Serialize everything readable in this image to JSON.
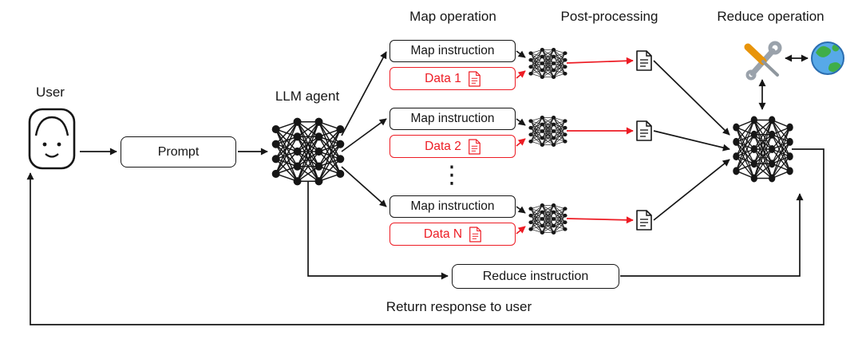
{
  "colors": {
    "accent_red": "#ed1c24",
    "ink": "#161616"
  },
  "headers": {
    "map_operation": "Map operation",
    "post_processing": "Post-processing",
    "reduce_operation": "Reduce operation"
  },
  "labels": {
    "user": "User",
    "llm_agent": "LLM agent",
    "return_response": "Return response to user",
    "ellipsis": "⋮"
  },
  "boxes": {
    "prompt": "Prompt",
    "reduce_instruction": "Reduce instruction"
  },
  "map_rows": [
    {
      "instruction": "Map instruction",
      "data": "Data 1"
    },
    {
      "instruction": "Map instruction",
      "data": "Data 2"
    },
    {
      "instruction": "Map instruction",
      "data": "Data N"
    }
  ],
  "icons": {
    "user": "person-face-icon",
    "llm_agent": "neural-network-icon",
    "map_workers": "neural-network-icon",
    "data_file": "document-icon",
    "post_processing_output": "document-icon",
    "reduce_tools": "crossed-tools-icon",
    "world": "globe-icon",
    "reduce_model": "neural-network-icon"
  }
}
